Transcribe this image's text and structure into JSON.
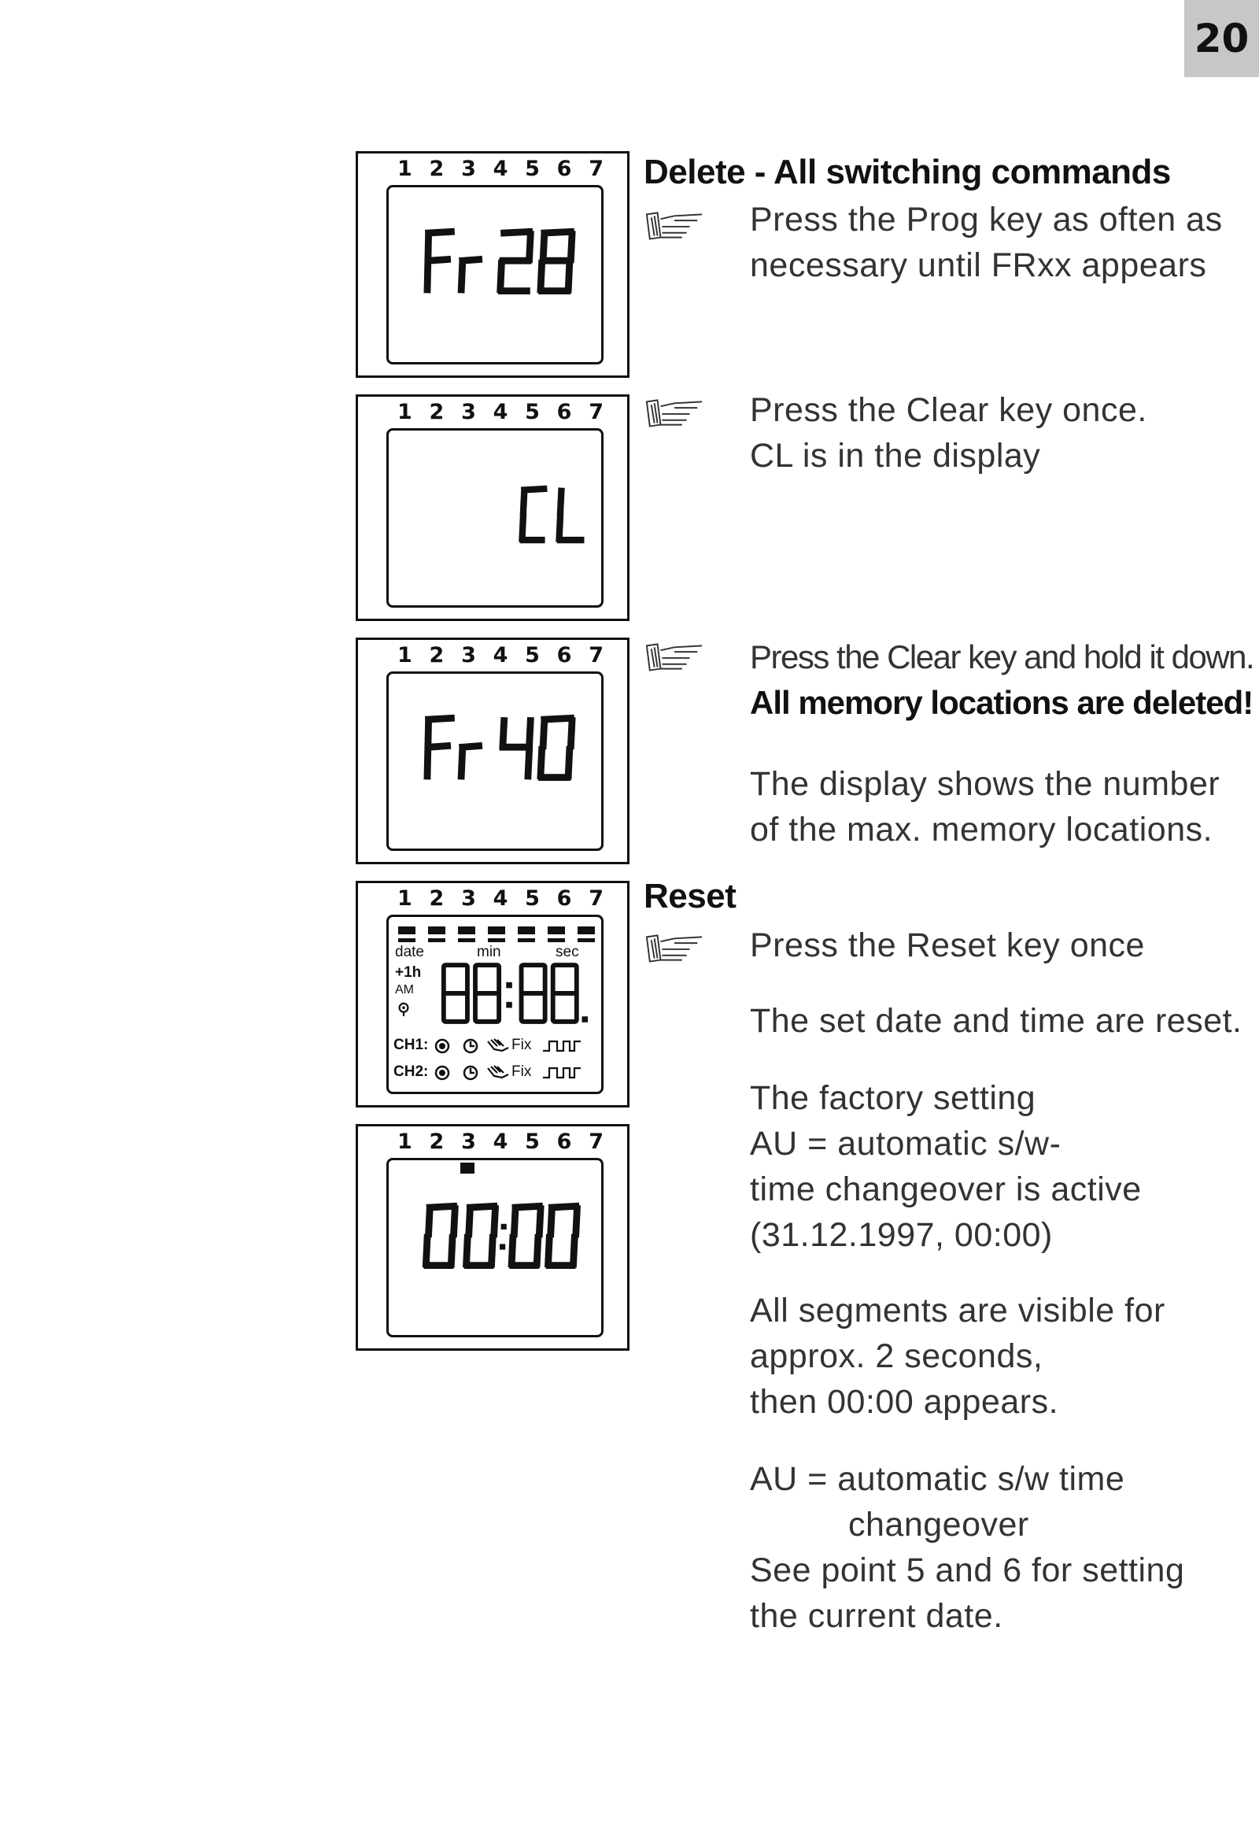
{
  "page_number": "20",
  "day_numbers": [
    "1",
    "2",
    "3",
    "4",
    "5",
    "6",
    "7"
  ],
  "displays": {
    "d1": "Fr 28",
    "d2": "CL",
    "d3": "Fr 40",
    "d4": {
      "labels": {
        "date": "date",
        "min": "min",
        "sec": "sec",
        "plus1h": "+1h",
        "am": "AM"
      },
      "digits": "88:88.",
      "ch1": "CH1:",
      "ch2": "CH2:",
      "fix": "Fix"
    },
    "d5": "00:00"
  },
  "sections": {
    "delete_heading": "Delete - All switching commands",
    "delete_step1": [
      "Press the Prog key as often as",
      "necessary until FRxx appears"
    ],
    "delete_step2": [
      "Press the Clear key once.",
      "CL is in the display"
    ],
    "delete_step3_line1": "Press the Clear key and hold it down.",
    "delete_step3_line2": "All memory locations are deleted!",
    "delete_note": [
      "The display shows the number",
      "of the max. memory locations."
    ],
    "reset_heading": "Reset",
    "reset_step": "Press the Reset key once",
    "reset_note1": "The set date and time are reset.",
    "reset_note2": [
      "The factory setting",
      "AU = automatic s/w-",
      "time changeover is active",
      "(31.12.1997, 00:00)"
    ],
    "reset_note3": [
      "All segments are visible for",
      "approx. 2 seconds,",
      "then 00:00 appears."
    ],
    "reset_note4": [
      "AU = automatic s/w time",
      "changeover",
      "See point 5 and 6 for setting",
      "the current date."
    ]
  },
  "icons": [
    "pointing-hand-icon",
    "clock-icon",
    "manual-hand-icon",
    "pulse-icon",
    "dot-circle-icon"
  ]
}
